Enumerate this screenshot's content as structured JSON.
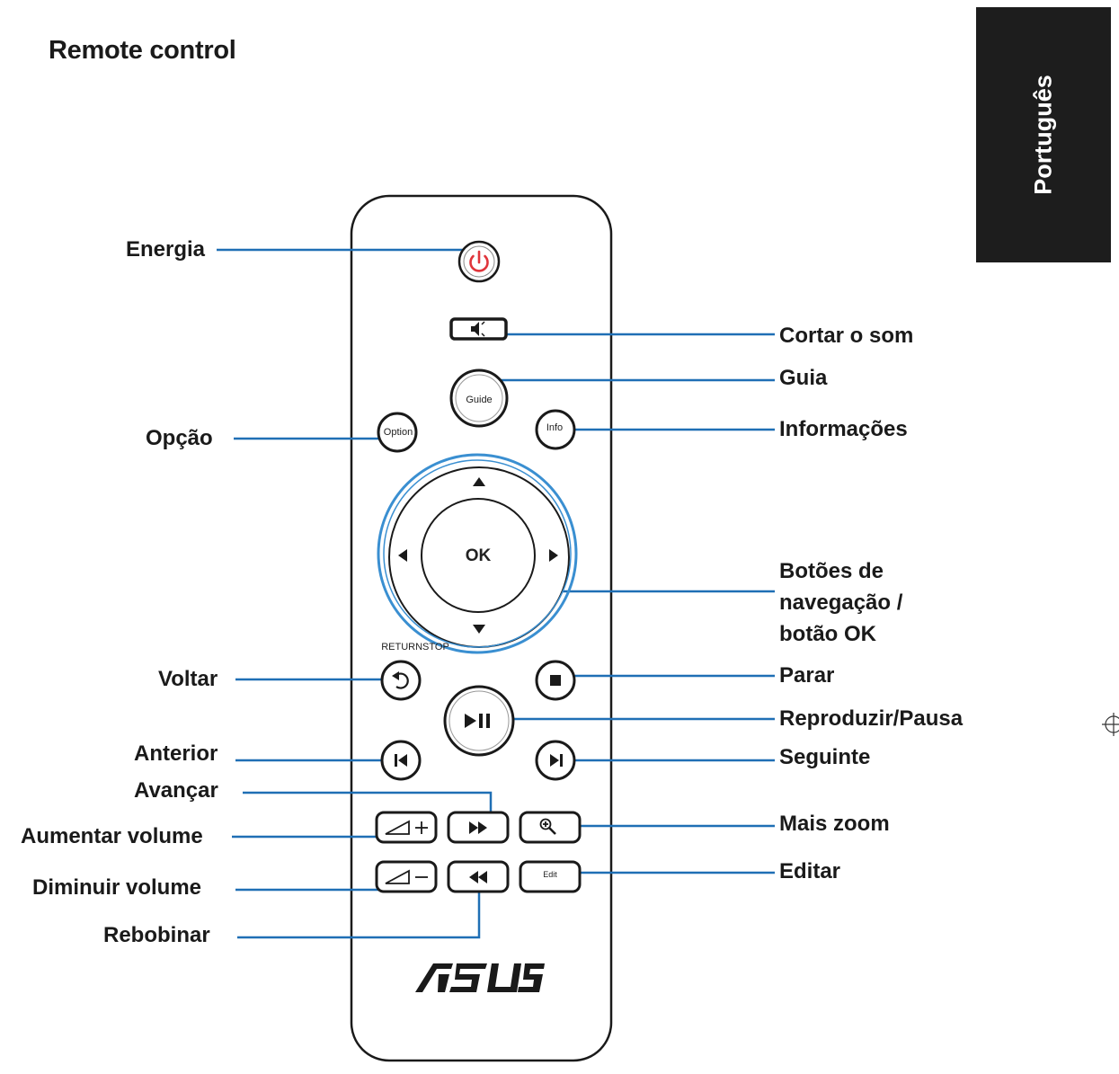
{
  "page": {
    "title": "Remote control",
    "language_tab": "Português"
  },
  "remote": {
    "brand_logo": "ASUS",
    "button_text": {
      "guide": "Guide",
      "option": "Option",
      "info": "Info",
      "ok": "OK",
      "return_stop": "RETURNSTOP",
      "edit": "Edit"
    }
  },
  "labels": {
    "power": "Energia",
    "mute": "Cortar o som",
    "guide": "Guia",
    "option": "Opção",
    "info": "Informações",
    "navigation": "Botões de\nnavegação /\nbotão OK",
    "back": "Voltar",
    "stop": "Parar",
    "play_pause": "Reproduzir/Pausa",
    "previous": "Anterior",
    "next": "Seguinte",
    "fast_forward": "Avançar",
    "volume_up": "Aumentar volume",
    "zoom_in": "Mais zoom",
    "volume_down": "Diminuir volume",
    "edit": "Editar",
    "rewind": "Rebobinar"
  },
  "colors": {
    "leader_line": "#1f6fb5",
    "power_icon": "#e0353b",
    "nav_ring": "#3a8fd1",
    "language_tab_bg": "#1d1d1d"
  }
}
